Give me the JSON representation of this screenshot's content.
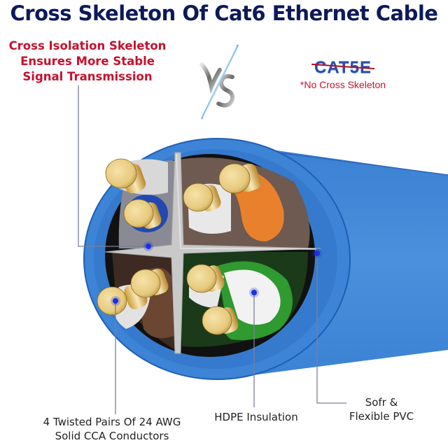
{
  "header": {
    "title": "Cross Skeleton Of Cat6 Ethernet Cable"
  },
  "callouts": {
    "skeleton": {
      "lines": [
        "Cross Isolation Skeleton",
        "Ensures More Stable",
        "Signal Transmission"
      ],
      "color": "#c8102e"
    },
    "comparison": {
      "vs_label": "VS",
      "competitor_logo": "CAT5E",
      "competitor_note": "*No Cross Skeleton"
    },
    "conductors": {
      "line1": "4 Twisted Pairs Of 24 AWG",
      "line2": "Solid CCA Conductors"
    },
    "insulation": {
      "label": "HDPE Insulation"
    },
    "jacket": {
      "line1": "Sofr &",
      "line2": "Flexible PVC"
    }
  },
  "colors": {
    "title": "#0c1a5a",
    "jacket_blue": "#3f86d6",
    "jacket_dark": "#1f5fb3",
    "skeleton_gray": "#c9c9c9",
    "copper_gold": "#e8cf8a",
    "pair_orange": "#e9812c",
    "pair_green": "#2f9a2f",
    "pair_brown": "#6b4630",
    "pair_blue": "#2348b0",
    "callout_line": "#7a7f99",
    "callout_dot": "#1d2fe0"
  }
}
